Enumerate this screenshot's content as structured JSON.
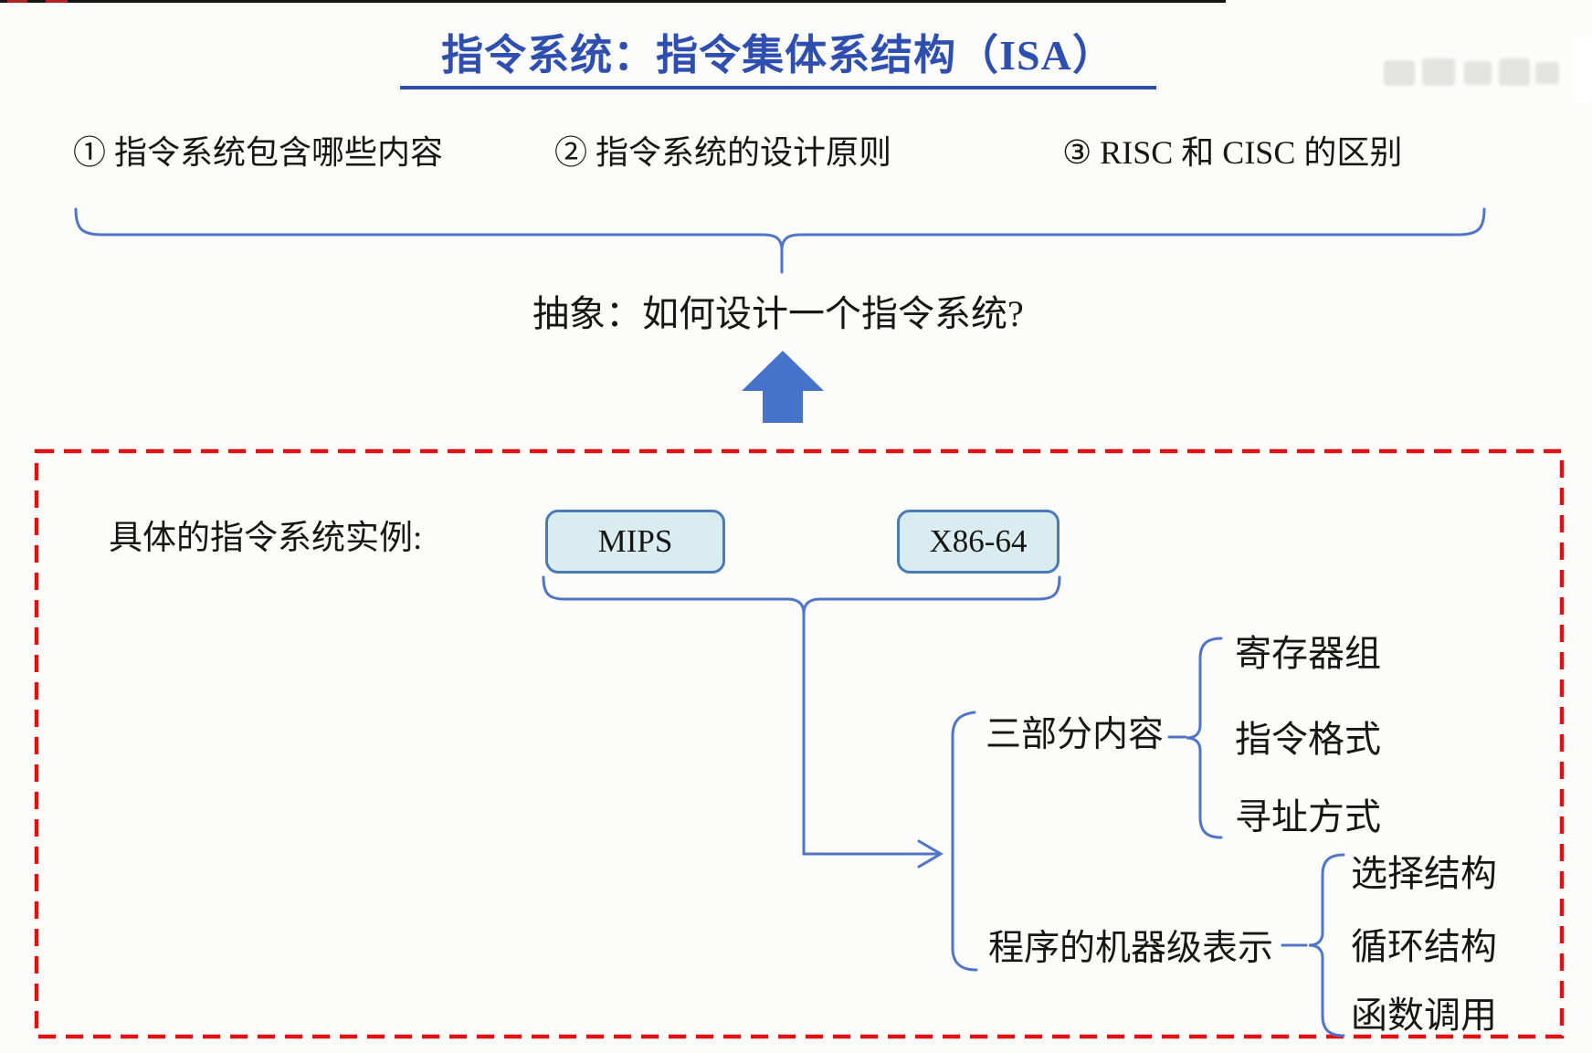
{
  "title": {
    "text": "指令系统：指令集体系结构（ISA）",
    "color": "#2e4fb0"
  },
  "topics": [
    {
      "label": "① 指令系统包含哪些内容"
    },
    {
      "label": "② 指令系统的设计原则"
    },
    {
      "label": "③ RISC 和 CISC 的区别"
    }
  ],
  "abstraction": {
    "question": "抽象：如何设计一个指令系统?"
  },
  "examples": {
    "label": "具体的指令系统实例:",
    "isa_boxes": [
      {
        "name": "MIPS"
      },
      {
        "name": "X86-64"
      }
    ],
    "box_fill": "#d9edf0",
    "box_border": "#4a79b8"
  },
  "branches": [
    {
      "label": "三部分内容",
      "items": [
        "寄存器组",
        "指令格式",
        "寻址方式"
      ]
    },
    {
      "label": "程序的机器级表示",
      "items": [
        "选择结构",
        "循环结构",
        "函数调用"
      ]
    }
  ],
  "colors": {
    "connector_blue": "#4f74c8",
    "arrow_blue": "#4573c9",
    "dashed_border_red": "#de1212",
    "text_black": "#161616",
    "background": "#fcfcfa"
  }
}
